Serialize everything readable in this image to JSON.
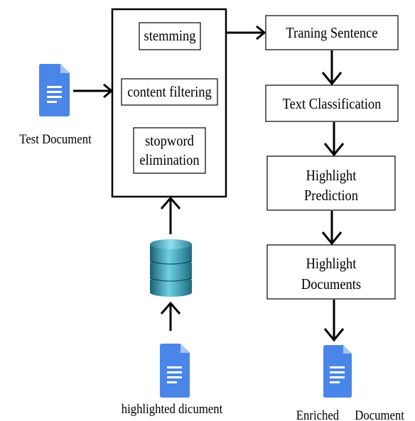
{
  "preprocess": {
    "steps": [
      "stemming",
      "content filtering",
      "stopword elimination"
    ]
  },
  "inputs": {
    "test_document": "Test Document",
    "highlighted_document": "highlighted dicument"
  },
  "pipeline": {
    "training_sentence": "Traning Sentence",
    "text_classification": "Text Classification",
    "highlight_prediction": "Highlight Prediction",
    "highlight_documents": "Highlight Documents"
  },
  "output": {
    "enriched_word1": "Enriched",
    "enriched_word2": "Document"
  },
  "colors": {
    "doc_icon_blue": "#4a86e8",
    "doc_icon_fold": "#a9c4f5",
    "database_teal": "#4fb3c9",
    "stroke": "#000000"
  },
  "icons": [
    "document-icon",
    "database-icon"
  ]
}
